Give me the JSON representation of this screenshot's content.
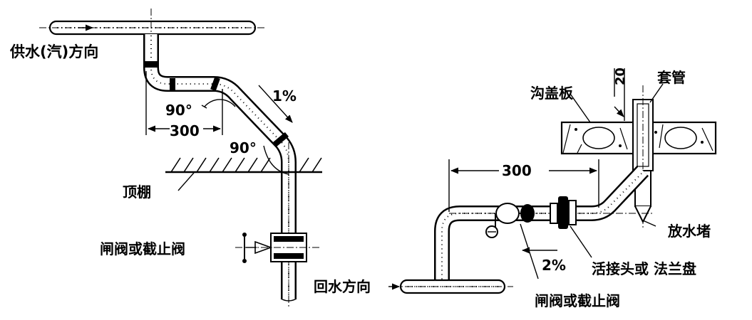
{
  "labels": {
    "supply_direction": "供水(汽)方向",
    "ceiling": "顶棚",
    "left_valve": "闸阀或截止阀",
    "return_direction": "回水方向",
    "right_valve": "闸阀或截止阀",
    "trench_cover": "沟盖板",
    "sleeve": "套管",
    "drain_plug": "放水堵",
    "union_or_flange": "活接头或 法兰盘"
  },
  "dimensions": {
    "left_offset": "300",
    "right_offset": "300",
    "angle_top": "90°",
    "angle_bottom": "90°",
    "slope_left": "1%",
    "slope_right": "2%",
    "sleeve_gap": "20"
  }
}
